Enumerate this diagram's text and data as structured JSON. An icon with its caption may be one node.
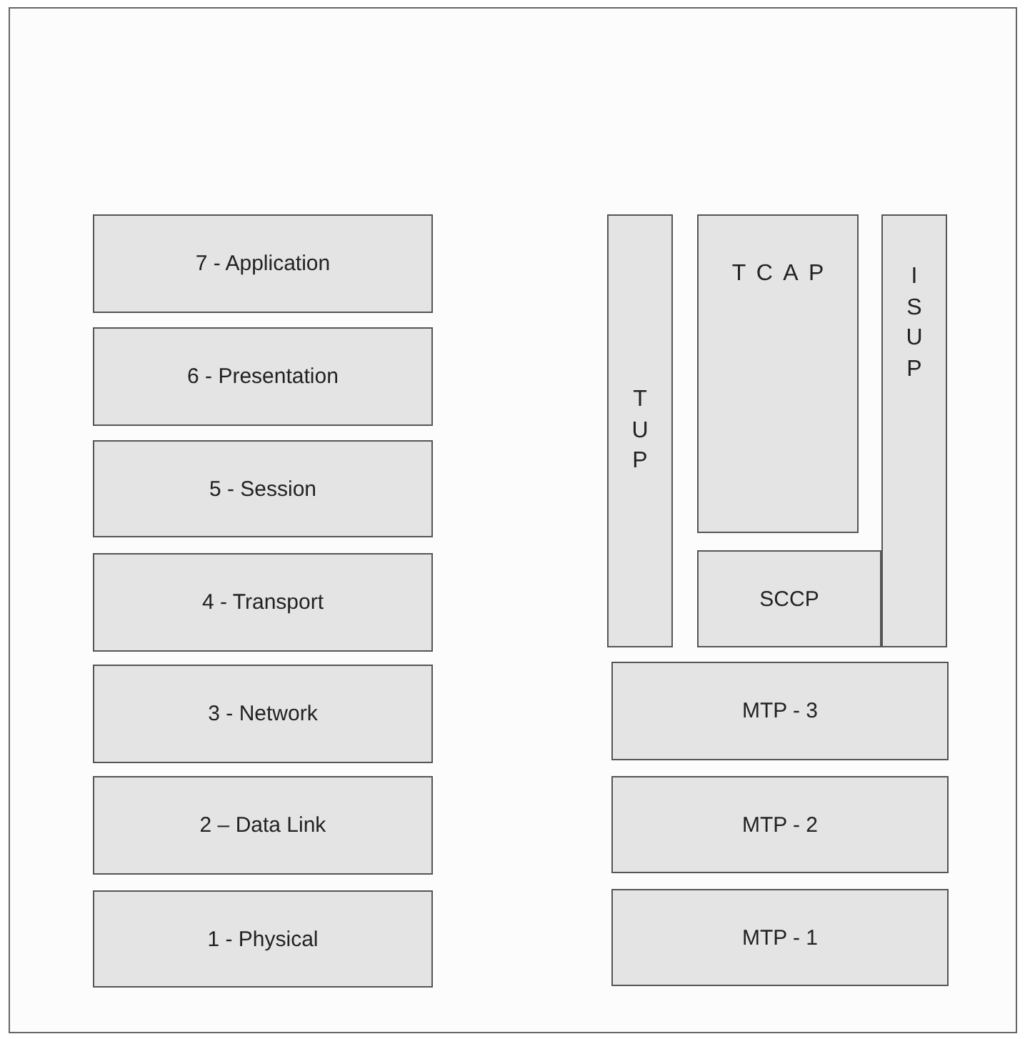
{
  "diagram": {
    "nodes": [
      {
        "text": [
          "7 - Application"
        ]
      },
      {
        "text": [
          "6 - Presentation"
        ]
      },
      {
        "text": [
          "5 - Session"
        ]
      },
      {
        "text": [
          "4 - Transport"
        ]
      },
      {
        "text": [
          "3 - Network"
        ]
      },
      {
        "text": [
          "2 – Data Link"
        ]
      },
      {
        "text": [
          "1 - Physical"
        ]
      },
      {
        "text": [
          "TUP"
        ]
      },
      {
        "text": [
          "TCAP"
        ]
      },
      {
        "text": [
          "ISUP"
        ]
      },
      {
        "text": [
          "SCCP"
        ]
      },
      {
        "text": [
          "MTP - 3"
        ]
      },
      {
        "text": [
          "MTP - 2"
        ]
      },
      {
        "text": [
          "MTP - 1"
        ]
      }
    ]
  }
}
